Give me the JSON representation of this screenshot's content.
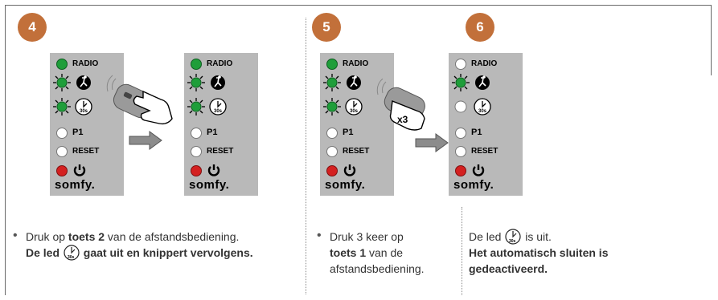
{
  "steps": [
    {
      "number": "4"
    },
    {
      "number": "5"
    },
    {
      "number": "6"
    }
  ],
  "panel": {
    "radio_label": "RADIO",
    "p1_label": "P1",
    "reset_label": "RESET",
    "logo": "somfy.",
    "timer_label": "30s"
  },
  "remote": {
    "press_count": "x3"
  },
  "instructions": {
    "step4": {
      "line1_pre": "Druk op ",
      "line1_bold": "toets 2",
      "line1_post": " van de afstandsbediening.",
      "line2_pre": "De led ",
      "line2_post": " gaat uit en knippert vervolgens."
    },
    "step5": {
      "line1": "Druk 3 keer op",
      "line2_bold": "toets 1",
      "line2_post": " van de",
      "line3": "afstandsbediening."
    },
    "step6": {
      "line1_pre": "De led ",
      "line1_post": " is uit.",
      "line2": "Het automatisch sluiten is",
      "line3": "gedeactiveerd."
    }
  },
  "colors": {
    "badge": "#c2703a",
    "led_green": "#1f9e3a",
    "led_red": "#d42020",
    "panel_bg": "#b9b9b9"
  }
}
